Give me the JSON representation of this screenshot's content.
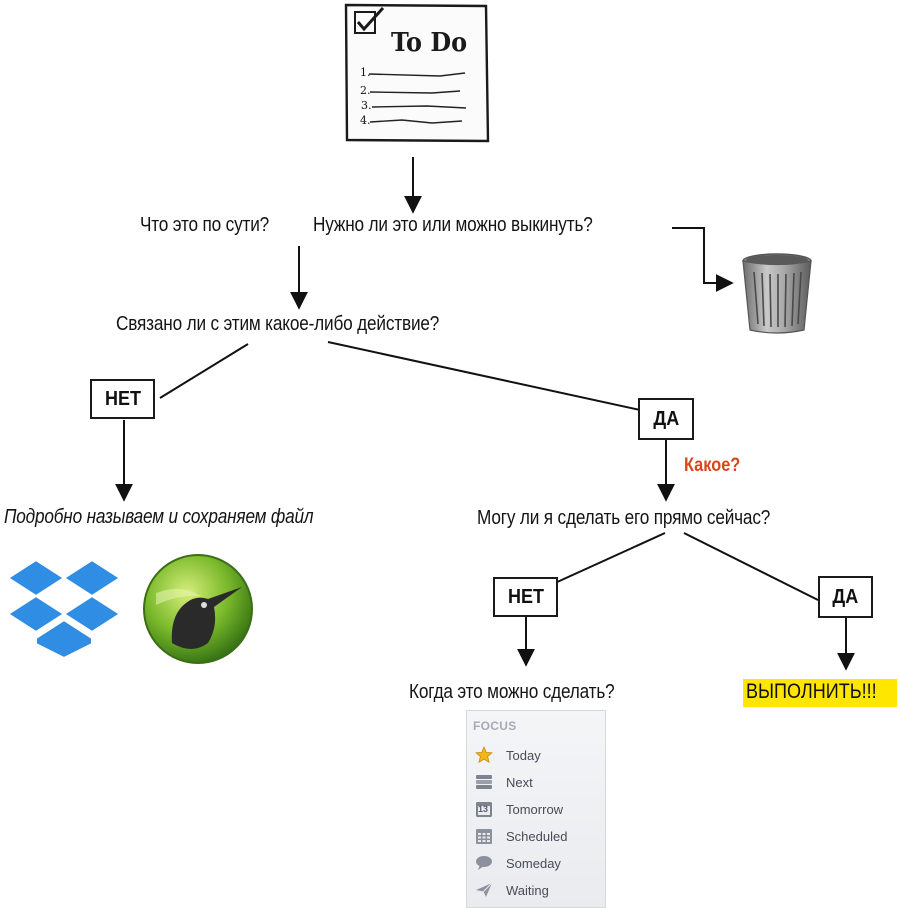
{
  "todo": {
    "title": "To Do",
    "numbers": [
      "1.",
      "2.",
      "3.",
      "4."
    ]
  },
  "questions": {
    "essence": "Что это по сути?",
    "needed": "Нужно ли это или можно выкинуть?",
    "action": "Связано ли с этим какое-либо действие?",
    "now": "Могу ли я сделать его прямо сейчас?",
    "when": "Когда это можно сделать?"
  },
  "branches": {
    "no_1": "НЕТ",
    "yes_1": "ДА",
    "no_2": "НЕТ",
    "yes_2": "ДА",
    "which": "Какое?"
  },
  "outcomes": {
    "file": "Подробно называем и сохраняем файл",
    "do_it": "ВЫПОЛНИТЬ!!!"
  },
  "focus_panel": {
    "header": "FOCUS",
    "items": [
      {
        "label": "Today",
        "icon": "star-icon"
      },
      {
        "label": "Next",
        "icon": "next-list-icon"
      },
      {
        "label": "Tomorrow",
        "icon": "calendar-13-icon",
        "icon_text": "13"
      },
      {
        "label": "Scheduled",
        "icon": "calendar-grid-icon"
      },
      {
        "label": "Someday",
        "icon": "speech-bubble-icon"
      },
      {
        "label": "Waiting",
        "icon": "paper-plane-icon"
      }
    ]
  },
  "colors": {
    "accent": "#d9461d",
    "highlight": "#ffe600",
    "dropbox_blue": "#2f8de4",
    "leaf_green": "#79b82a"
  },
  "icons": [
    "todo-list-icon",
    "trash-bin-icon",
    "dropbox-logo-icon",
    "hummingbird-logo-icon"
  ]
}
